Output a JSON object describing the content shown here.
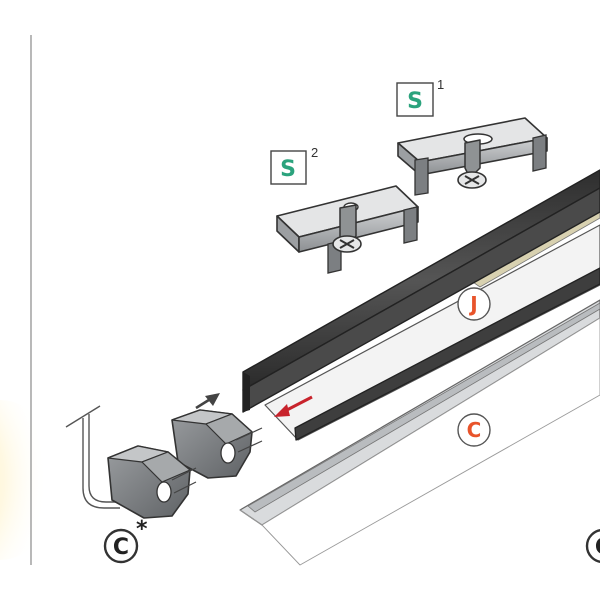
{
  "labels": {
    "clip_1": {
      "letter": "S",
      "superscript": "1"
    },
    "clip_2": {
      "letter": "S",
      "superscript": "2"
    },
    "diffuser": {
      "letter": "J"
    },
    "cover": {
      "letter": "C"
    },
    "end_cap": {
      "letter": "C",
      "mark": "*"
    },
    "edge_cut": {
      "letter": "C"
    }
  },
  "colors": {
    "clip_label": "#2ba37d",
    "part_label": "#e8542b",
    "arrow_red": "#c8232c",
    "profile_dark": "#3a3a3a",
    "aluminium": "#b9bcbf",
    "glow": "#fff1b8"
  },
  "icons": [
    "mounting-clip-icon",
    "screw-icon",
    "profile-icon",
    "end-cap-icon",
    "cable-icon",
    "arrow-icon"
  ]
}
